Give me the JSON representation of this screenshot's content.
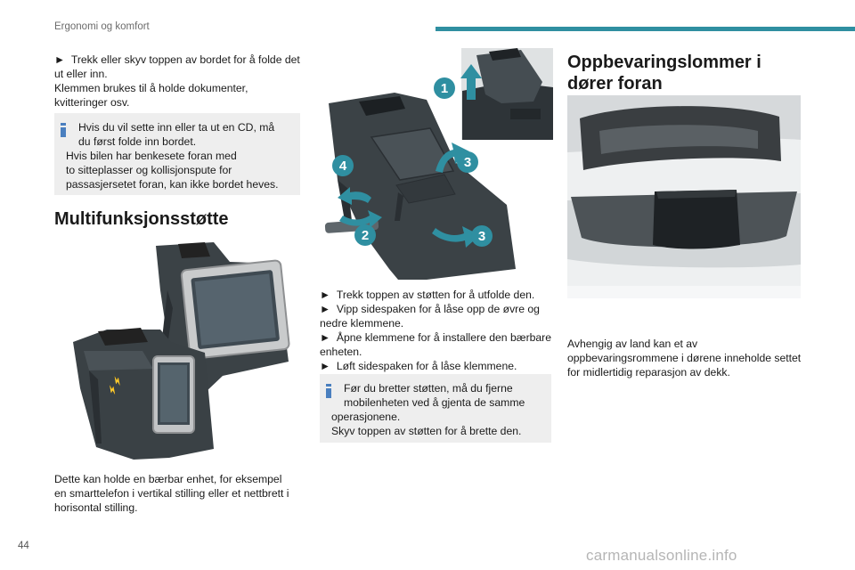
{
  "header": {
    "section_title": "Ergonomi og komfort"
  },
  "left": {
    "intro_step": "Trekk eller skyv toppen av bordet for å folde det ut eller inn.",
    "intro_line2": "Klemmen brukes til å holde dokumenter,",
    "intro_line3": "kvitteringer osv.",
    "info1": {
      "line1": "Hvis du vil sette inn eller ta ut en CD, må",
      "line2": "du først folde inn bordet.",
      "line3": "Hvis bilen har benkesete foran med",
      "line4": "to sitteplasser og kollisjonspute for",
      "line5": "passasjersetet foran, kan ikke bordet heves."
    },
    "heading": "Multifunksjonsstøtte",
    "caption_line1": "Dette kan holde en bærbar enhet, for eksempel",
    "caption_line2": "en smarttelefon i vertikal stilling eller et nettbrett i",
    "caption_line3": "horisontal stilling."
  },
  "middle": {
    "callouts": [
      "1",
      "2",
      "3",
      "3",
      "4"
    ],
    "steps": [
      "Trekk toppen av støtten for å utfolde den.",
      "Vipp sidespaken for å låse opp de øvre og nedre klemmene.",
      "Åpne klemmene for å installere den bærbare enheten.",
      "Løft sidespaken for å låse klemmene."
    ],
    "info2": {
      "line1": "Før du bretter støtten, må du fjerne",
      "line2": "mobilenheten ved å gjenta de samme",
      "line3": "operasjonene.",
      "line4": "Skyv toppen av støtten for å brette den."
    }
  },
  "right": {
    "heading_line1": "Oppbevaringslommer i",
    "heading_line2": "dører foran",
    "body_line1": "Avhengig av land kan et av",
    "body_line2": "oppbevaringsrommene i dørene inneholde settet",
    "body_line3": "for midlertidig reparasjon av dekk."
  },
  "footer": {
    "page_number": "44",
    "watermark": "carmanualsonline.info"
  },
  "colors": {
    "accent": "#2f8fa1",
    "callout": "#2f8fa1",
    "info_icon": "#4a7fbf",
    "box_bg": "#eeeeee"
  }
}
